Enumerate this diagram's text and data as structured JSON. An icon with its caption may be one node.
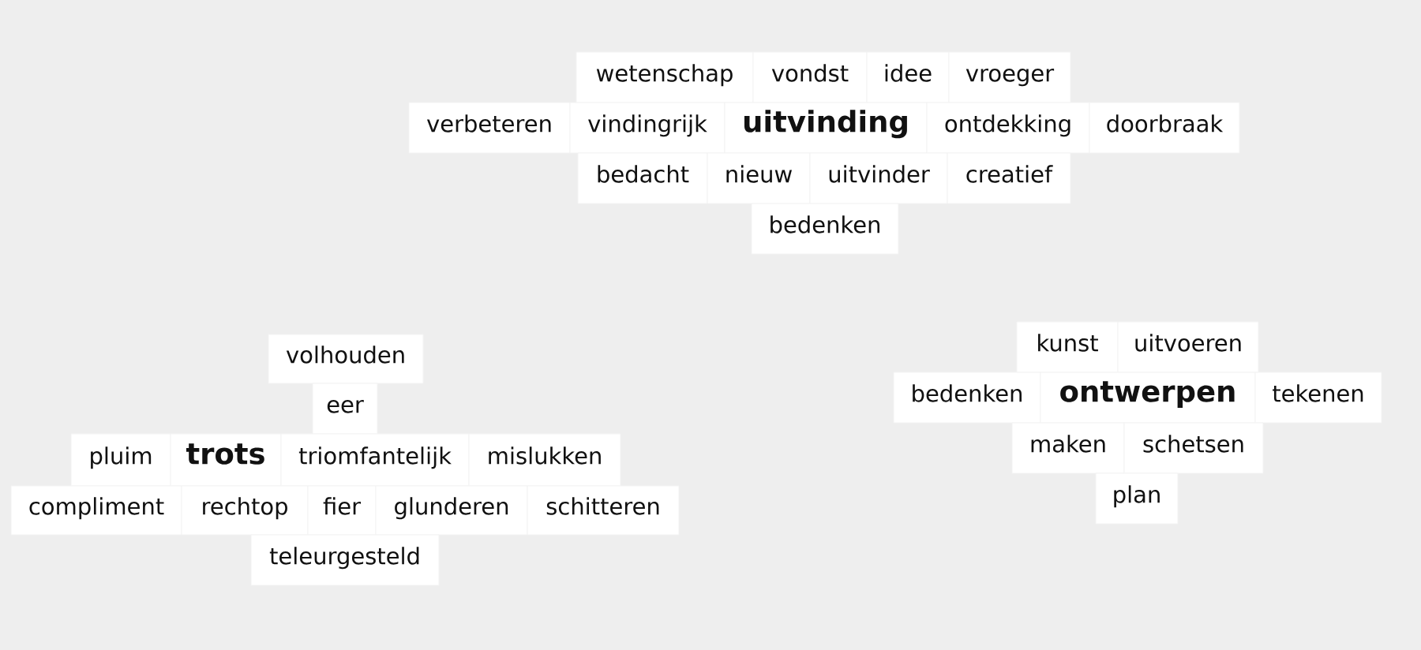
{
  "diagram": {
    "nodes": [
      {
        "text": [
          "wetenschap"
        ]
      },
      {
        "text": [
          "vondst"
        ]
      },
      {
        "text": [
          "idee"
        ]
      },
      {
        "text": [
          "vroeger"
        ]
      },
      {
        "text": [
          "verbeteren"
        ]
      },
      {
        "text": [
          "vindingrijk"
        ]
      },
      {
        "text": [
          "uitvinding"
        ]
      },
      {
        "text": [
          "ontdekking"
        ]
      },
      {
        "text": [
          "doorbraak"
        ]
      },
      {
        "text": [
          "bedacht"
        ]
      },
      {
        "text": [
          "nieuw"
        ]
      },
      {
        "text": [
          "uitvinder"
        ]
      },
      {
        "text": [
          "creatief"
        ]
      },
      {
        "text": [
          "bedenken"
        ]
      },
      {
        "text": [
          "volhouden"
        ]
      },
      {
        "text": [
          "eer"
        ]
      },
      {
        "text": [
          "pluim"
        ]
      },
      {
        "text": [
          "trots"
        ]
      },
      {
        "text": [
          "triomfantelijk"
        ]
      },
      {
        "text": [
          "mislukken"
        ]
      },
      {
        "text": [
          "compliment"
        ]
      },
      {
        "text": [
          "rechtop"
        ]
      },
      {
        "text": [
          "fier"
        ]
      },
      {
        "text": [
          "glunderen"
        ]
      },
      {
        "text": [
          "schitteren"
        ]
      },
      {
        "text": [
          "teleurgesteld"
        ]
      },
      {
        "text": [
          "kunst"
        ]
      },
      {
        "text": [
          "uitvoeren"
        ]
      },
      {
        "text": [
          "bedenken"
        ]
      },
      {
        "text": [
          "ontwerpen"
        ]
      },
      {
        "text": [
          "tekenen"
        ]
      },
      {
        "text": [
          "maken"
        ]
      },
      {
        "text": [
          "schetsen"
        ]
      },
      {
        "text": [
          "plan"
        ]
      }
    ]
  }
}
